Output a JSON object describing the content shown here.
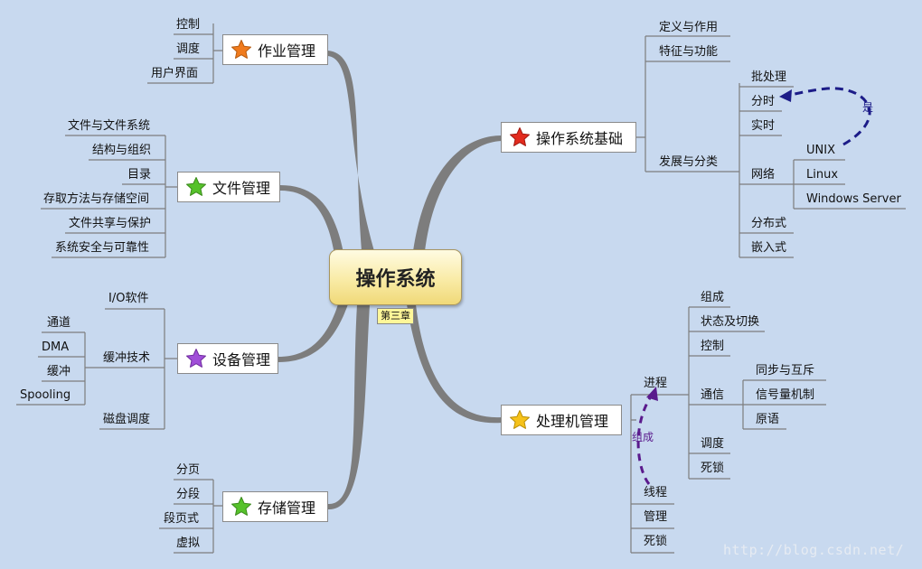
{
  "central": {
    "title": "操作系统",
    "tag": "第三章"
  },
  "jobs": {
    "title": "作业管理",
    "items": [
      "控制",
      "调度",
      "用户界面"
    ]
  },
  "files": {
    "title": "文件管理",
    "items": [
      "文件与文件系统",
      "结构与组织",
      "目录",
      "存取方法与存储空间",
      "文件共享与保护",
      "系统安全与可靠性"
    ]
  },
  "devices": {
    "title": "设备管理",
    "io": "I/O软件",
    "buffer": "缓冲技术",
    "buffer_items": [
      "通道",
      "DMA",
      "缓冲",
      "Spooling"
    ],
    "disk": "磁盘调度"
  },
  "storage": {
    "title": "存储管理",
    "items": [
      "分页",
      "分段",
      "段页式",
      "虚拟"
    ]
  },
  "os_basics": {
    "title": "操作系统基础",
    "def": "定义与作用",
    "feat": "特征与功能",
    "dev": "发展与分类",
    "dev_items": [
      "批处理",
      "分时",
      "实时",
      "网络",
      "分布式",
      "嵌入式"
    ],
    "net_items": [
      "UNIX",
      "Linux",
      "Windows Server"
    ],
    "rel_label": "是"
  },
  "proc": {
    "title": "处理机管理",
    "process": "进程",
    "process_items": [
      "组成",
      "状态及切换",
      "控制",
      "通信",
      "调度",
      "死锁"
    ],
    "comm_items": [
      "同步与互斥",
      "信号量机制",
      "原语"
    ],
    "thread": "线程",
    "manage": "管理",
    "deadlock": "死锁",
    "rel_label": "组成"
  },
  "watermark": "http://blog.csdn.net/",
  "colors": {
    "background": "#c8d9ef",
    "branch": "#7d7d7d",
    "relation_blue": "#1c1c88",
    "relation_purple": "#5a1a8c"
  }
}
